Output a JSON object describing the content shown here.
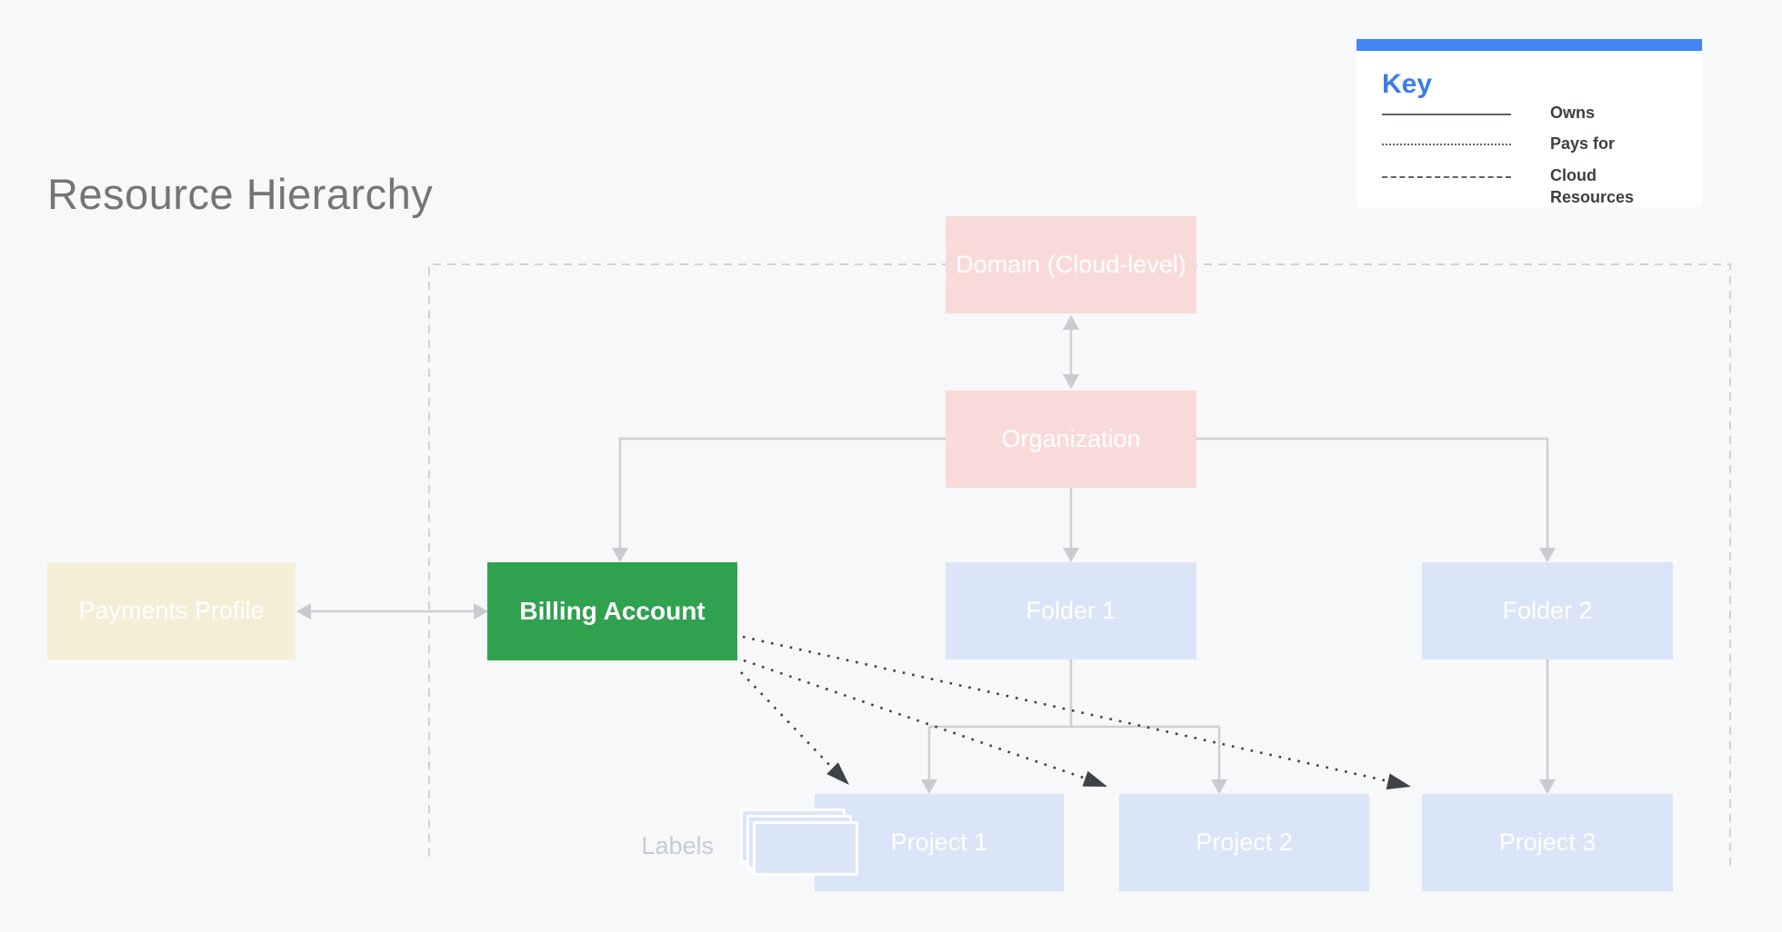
{
  "title": "Resource Hierarchy",
  "legend": {
    "heading": "Key",
    "items": [
      {
        "style": "solid",
        "label": "Owns"
      },
      {
        "style": "dotted",
        "label": "Pays for"
      },
      {
        "style": "dashed",
        "label": "Cloud Resources"
      }
    ]
  },
  "nodes": {
    "domain": {
      "label": "Domain (Cloud-level)"
    },
    "organization": {
      "label": "Organization"
    },
    "payments_profile": {
      "label": "Payments Profile"
    },
    "billing_account": {
      "label": "Billing Account"
    },
    "folder1": {
      "label": "Folder 1"
    },
    "folder2": {
      "label": "Folder 2"
    },
    "project1": {
      "label": "Project 1"
    },
    "project2": {
      "label": "Project 2"
    },
    "project3": {
      "label": "Project 3"
    }
  },
  "annotations": {
    "labels_caption": "Labels"
  },
  "colors": {
    "background": "#f7f8fa",
    "domain_org_fill": "#f8dbd9",
    "folder_project_fill": "#dbe5f8",
    "payments_fill": "#f5eed7",
    "billing_fill": "#2fa14f",
    "node_text": "#ffffff",
    "legend_accent_bar": "#4285f4",
    "legend_heading_text": "#3d7ce8",
    "legend_label_text": "#3c4043",
    "legend_line_sample": "#5f6368",
    "connector_gray": "#cdd0d4",
    "connector_arrow_gray": "#c8cbd0",
    "dotted_connector_dark": "#3f4347",
    "boundary_dash_gray": "#cfd3d8",
    "title_text": "#757579",
    "labels_caption_text": "#c7ccd4"
  }
}
